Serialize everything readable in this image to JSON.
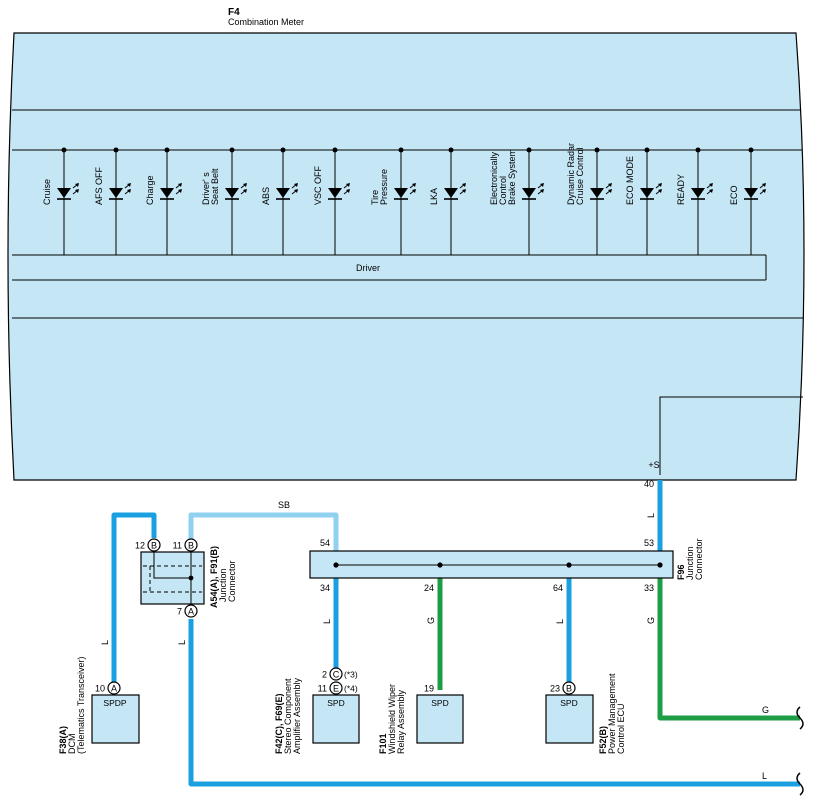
{
  "meter": {
    "code": "F4",
    "name": "Combination Meter",
    "driver_label": "Driver",
    "terminal_label": "+S"
  },
  "indicators": [
    {
      "lines": [
        "Cruise"
      ]
    },
    {
      "lines": [
        "AFS OFF"
      ]
    },
    {
      "lines": [
        "Charge"
      ]
    },
    {
      "lines": [
        "Driver' s",
        "Seat Belt"
      ]
    },
    {
      "lines": [
        "ABS"
      ]
    },
    {
      "lines": [
        "VSC OFF"
      ]
    },
    {
      "lines": [
        "Tire",
        "Pressure"
      ]
    },
    {
      "lines": [
        "LKA"
      ]
    },
    {
      "lines": [
        "Electronically",
        "Control",
        "Brake System"
      ]
    },
    {
      "lines": [
        "Dynamic Radar",
        "Cruise Control"
      ]
    },
    {
      "lines": [
        "ECO MODE"
      ]
    },
    {
      "lines": [
        "READY"
      ]
    },
    {
      "lines": [
        "ECO"
      ]
    }
  ],
  "pins": {
    "p40": "40",
    "p53": "53",
    "p54": "54",
    "p34": "34",
    "p24": "24",
    "p64": "64",
    "p33": "33",
    "p12": "12",
    "p11": "11",
    "p7": "7",
    "p10": "10",
    "p2": "2",
    "p11b": "11",
    "p19": "19",
    "p23": "23"
  },
  "pin_letters": {
    "a": "A",
    "b": "B",
    "c": "C",
    "e": "E"
  },
  "wire_colors": {
    "L": "L",
    "SB": "SB",
    "G": "G"
  },
  "notes": {
    "n3": "(*3)",
    "n4": "(*4)"
  },
  "connectors": {
    "a54": {
      "code": "A54(A), F91(B)",
      "name1": "Junction",
      "name2": "Connector"
    },
    "f96": {
      "code": "F96",
      "name1": "Junction",
      "name2": "Connector"
    }
  },
  "components": {
    "dcm": {
      "code": "F38(A)",
      "name1": "DCM",
      "name2": "(Telematics Transceiver)",
      "terminal": "SPDP"
    },
    "stereo": {
      "code": "F42(C), F69(E)",
      "name1": "Stereo Component",
      "name2": "Amplifier Assembly",
      "terminal": "SPD"
    },
    "wiper": {
      "code": "F101",
      "name1": "Windshield Wiper",
      "name2": "Relay Assembly",
      "terminal": "SPD"
    },
    "pm": {
      "code": "F52(B)",
      "name1": "Power Management",
      "name2": "Control ECU",
      "terminal": "SPD"
    }
  },
  "colors": {
    "fill": "#c5e6f5",
    "wire_l": "#1aa0e0",
    "wire_sb": "#8fd1ef",
    "wire_g": "#1d9e46"
  }
}
